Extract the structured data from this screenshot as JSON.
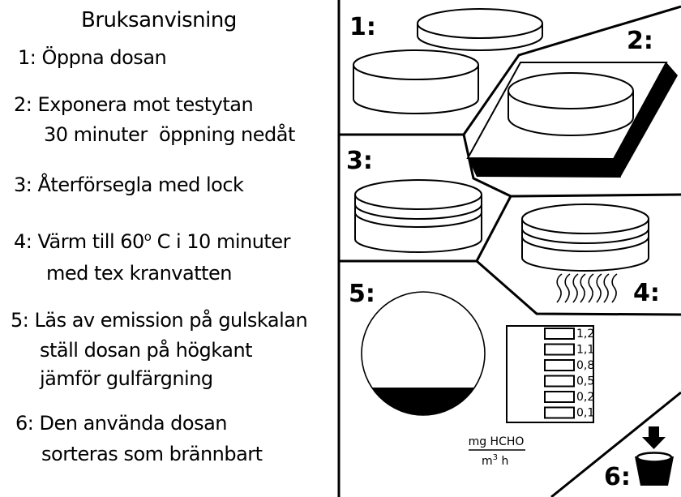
{
  "title": "Bruksanvisning",
  "steps": {
    "s1": "1: Öppna dosan",
    "s2a": "2: Exponera mot testytan",
    "s2b": "30 minuter  öppning nedåt",
    "s3": "3: Återförsegla med lock",
    "s4_pre": "4: Värm till 60",
    "s4_sup": "o",
    "s4_post": " C i 10 minuter",
    "s4b": "med tex kranvatten",
    "s5a": "5: Läs av emission på gulskalan",
    "s5b": "ställ dosan på högkant",
    "s5c": "jämför gulfärgning",
    "s6a": "6: Den använda dosan",
    "s6b": "sorteras som brännbart"
  },
  "panel_labels": {
    "p1": "1:",
    "p2": "2:",
    "p3": "3:",
    "p4": "4:",
    "p5": "5:",
    "p6": "6:"
  },
  "scale": {
    "values": [
      "1,2",
      "1,1",
      "0,8",
      "0,5",
      "0,2",
      "0,1"
    ],
    "unit_numerator": "mg HCHO",
    "unit_denominator_base": "m",
    "unit_denominator_sup": "3",
    "unit_denominator_suffix": " h"
  },
  "colors": {
    "ink": "#000000",
    "paper": "#ffffff"
  }
}
